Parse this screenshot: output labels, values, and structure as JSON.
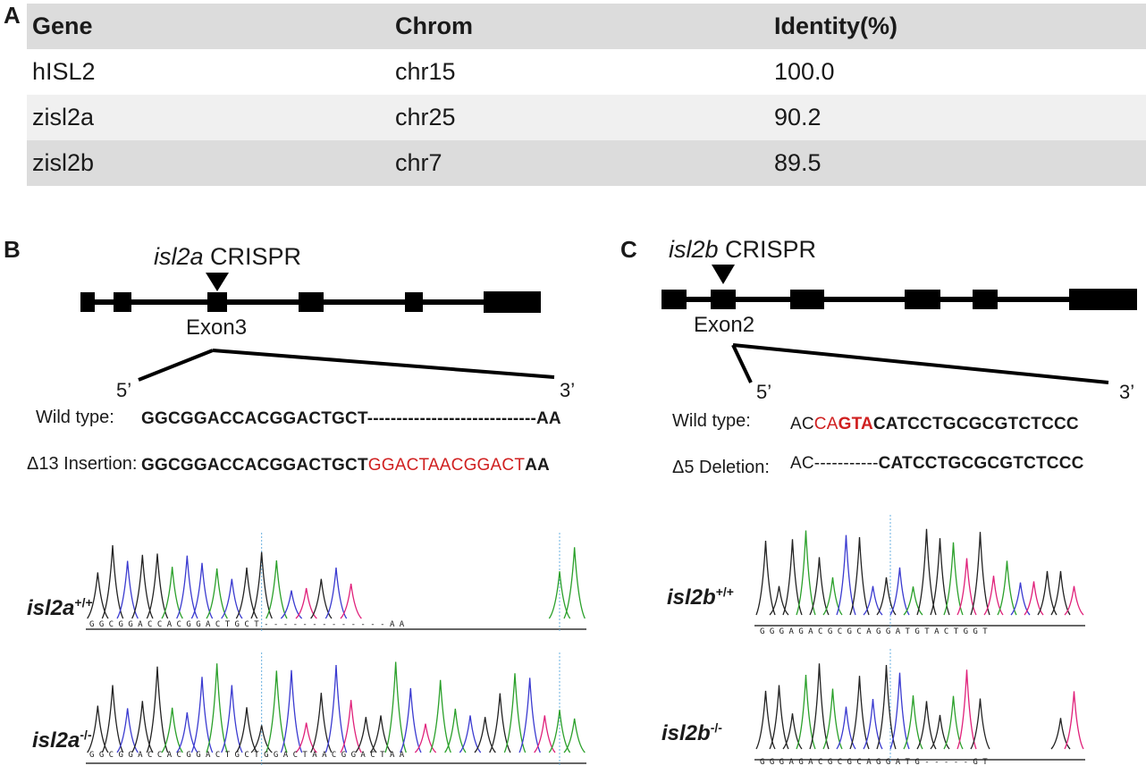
{
  "panels": {
    "a": "A",
    "b": "B",
    "c": "C"
  },
  "table": {
    "headers": [
      "Gene",
      "Chrom",
      "Identity(%)"
    ],
    "rows": [
      [
        "hISL2",
        "chr15",
        "100.0"
      ],
      [
        "zisl2a",
        "chr25",
        "90.2"
      ],
      [
        "zisl2b",
        "chr7",
        "89.5"
      ]
    ]
  },
  "panel_b": {
    "crispr_gene": "isl2a",
    "crispr_suffix": " CRISPR",
    "exon_label": "Exon3",
    "five_prime": "5’",
    "three_prime": "3’",
    "wt_label": "Wild type:",
    "wt_seq": "GGCGGACCACGGACTGCT",
    "wt_dashes": "-----------------------------",
    "wt_end": "AA",
    "mut_label": "Δ13 Insertion:",
    "mut_seq": "GGCGGACCACGGACTGCT",
    "mut_insert": "GGACTAACGGACT",
    "mut_end": "AA",
    "geno_wt": "isl2a",
    "geno_wt_sup": "+/+",
    "geno_mut": "isl2a",
    "geno_mut_sup": "-/-",
    "trace_wt_seq": "G G C G G A C C A C G G A C T G C T - - - - - - - - - - - - - A A",
    "trace_mut_seq": "G G C G G A C C A C G G A C T G C T G G A C T A A C G G A C T A A"
  },
  "panel_c": {
    "crispr_gene": "isl2b",
    "crispr_suffix": " CRISPR",
    "exon_label": "Exon2",
    "five_prime": "5’",
    "three_prime": "3’",
    "wt_label": "Wild type:",
    "wt_pre": "AC",
    "wt_red_light": "CA",
    "wt_red_bold": "GTA",
    "wt_rest": "CATCCTGCGCGTCTCCC",
    "mut_label": "Δ5 Deletion:",
    "mut_pre": "AC",
    "mut_dashes": "-----------",
    "mut_rest": "CATCCTGCGCGTCTCCC",
    "geno_wt": "isl2b",
    "geno_wt_sup": "+/+",
    "geno_mut": "isl2b",
    "geno_mut_sup": "-/-",
    "trace_wt_seq": "G G G A G A C G C G C A G G A T G T A C T G G T",
    "trace_mut_seq": "G G G A G A C G C G C A G G A T G - - - - - G T"
  },
  "colors": {
    "red_text": "#d02020",
    "trace_green": "#2aa02a",
    "trace_blue": "#3a3ad0",
    "trace_black": "#222222",
    "trace_red": "#e0207a"
  }
}
